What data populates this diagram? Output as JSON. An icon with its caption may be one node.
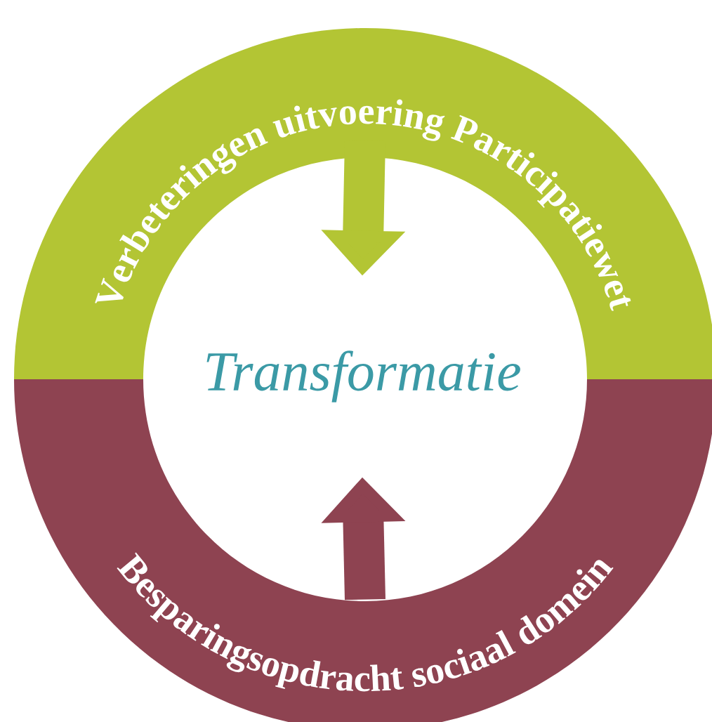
{
  "diagram": {
    "nodes": [
      {
        "text": [
          "Verbeteringen uitvoering Participatiewet"
        ]
      },
      {
        "text": [
          "Besparingsopdracht sociaal domein"
        ]
      },
      {
        "text": [
          "Transformatie"
        ]
      }
    ],
    "edges": [
      {
        "from": 0,
        "to": 2,
        "arrow": "to",
        "color": "#b3c534"
      },
      {
        "from": 1,
        "to": 2,
        "arrow": "to",
        "color": "#8e4351"
      }
    ]
  }
}
